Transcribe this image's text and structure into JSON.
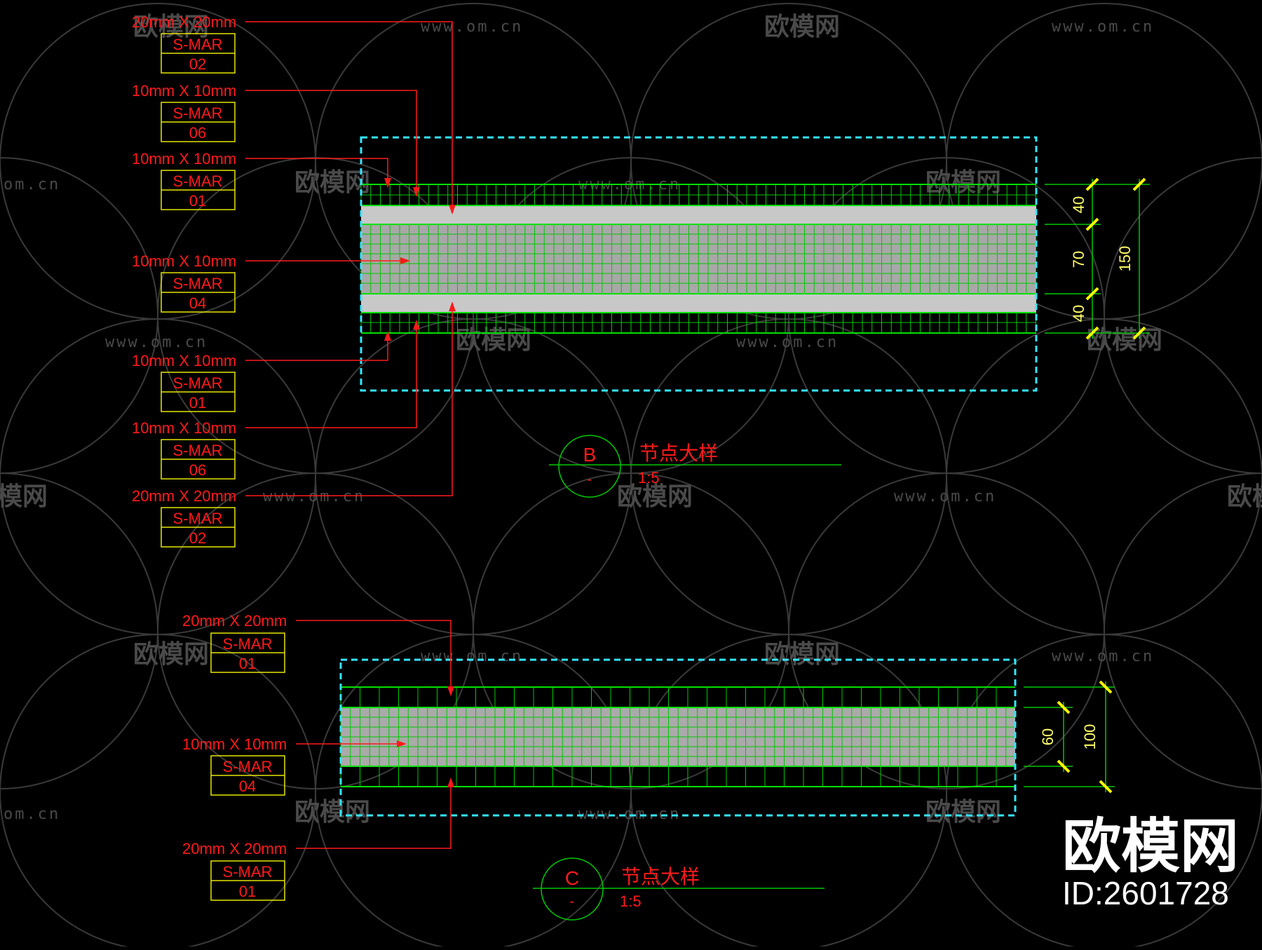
{
  "watermark": {
    "brand_text": "欧模网",
    "url_text": "www.om.cn",
    "url_partial": "om.cn"
  },
  "detail_b": {
    "marker_letter": "B",
    "marker_sub": "-",
    "title": "节点大样",
    "scale": "1:5",
    "dims": [
      "40",
      "70",
      "40"
    ],
    "total_dim": "150",
    "callouts": [
      {
        "size": "20mm X 20mm",
        "code": "S-MAR",
        "num": "02"
      },
      {
        "size": "10mm X 10mm",
        "code": "S-MAR",
        "num": "06"
      },
      {
        "size": "10mm X 10mm",
        "code": "S-MAR",
        "num": "01"
      },
      {
        "size": "10mm X 10mm",
        "code": "S-MAR",
        "num": "04"
      },
      {
        "size": "10mm X 10mm",
        "code": "S-MAR",
        "num": "01"
      },
      {
        "size": "10mm X 10mm",
        "code": "S-MAR",
        "num": "06"
      },
      {
        "size": "20mm X 20mm",
        "code": "S-MAR",
        "num": "02"
      }
    ]
  },
  "detail_c": {
    "marker_letter": "C",
    "marker_sub": "-",
    "title": "节点大样",
    "scale": "1:5",
    "inner_dim": "60",
    "total_dim": "100",
    "callouts": [
      {
        "size": "20mm X 20mm",
        "code": "S-MAR",
        "num": "01"
      },
      {
        "size": "10mm X 10mm",
        "code": "S-MAR",
        "num": "04"
      },
      {
        "size": "20mm X 20mm",
        "code": "S-MAR",
        "num": "01"
      }
    ]
  },
  "corner_brand": {
    "name": "欧模网",
    "id_text": "ID:2601728"
  },
  "colors": {
    "background": "#000000",
    "grid_line": "#00c800",
    "fill_band": "#c8c8c8",
    "fill_mid": "#aaaaaa",
    "dashed_frame": "#33e6ff",
    "annotation": "#ff1a1a",
    "tag_box": "#e6e600",
    "dimension": "#ffff66",
    "watermark": "#4a4a4a"
  }
}
